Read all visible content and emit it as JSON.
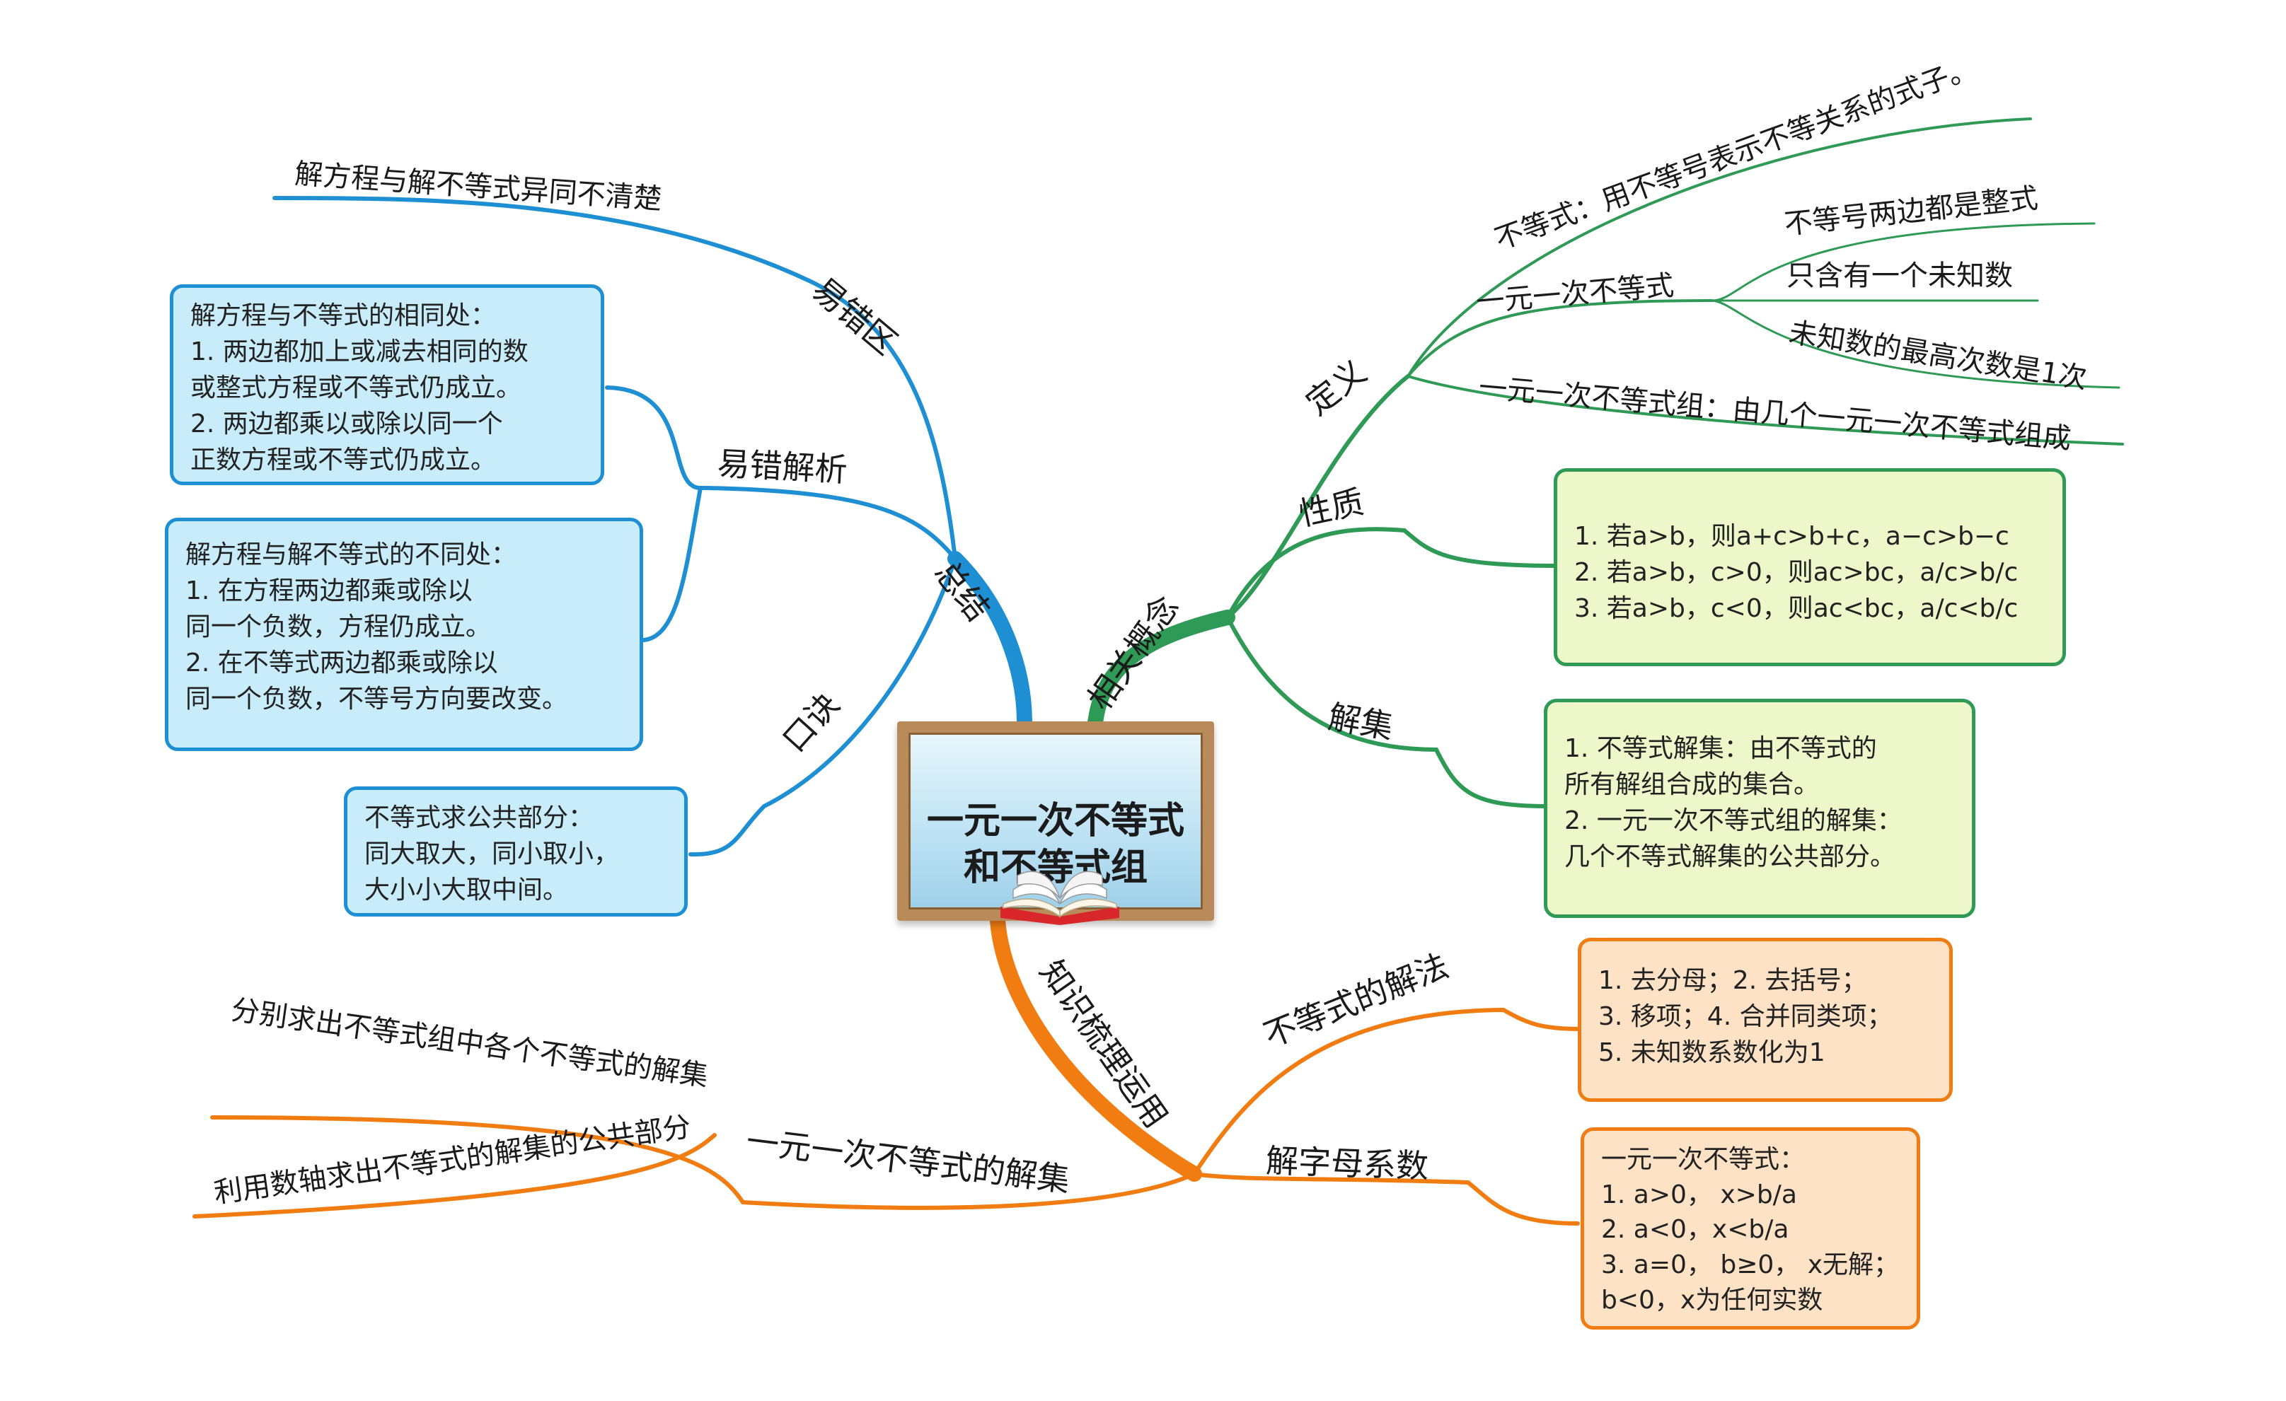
{
  "center": {
    "title_line1": "一元一次不等式",
    "title_line2": "和不等式组",
    "icon": "open-book-icon"
  },
  "colors": {
    "summary": "#1f8fd3",
    "concepts": "#2e9a55",
    "knowledge": "#f07c12",
    "box_blue_bg": "#c9ecfa",
    "box_green_bg": "#eef7c9",
    "box_orange_bg": "#fde2c5"
  },
  "branches": {
    "summary": {
      "label": "总结",
      "error_zone": {
        "label": "易错区",
        "item": "解方程与解不等式异同不清楚"
      },
      "error_analysis": {
        "label": "易错解析",
        "same_box": [
          "解方程与不等式的相同处：",
          "1. 两边都加上或减去相同的数",
          "或整式方程或不等式仍成立。",
          "2. 两边都乘以或除以同一个",
          "正数方程或不等式仍成立。"
        ],
        "diff_box": [
          "解方程与解不等式的不同处：",
          "1. 在方程两边都乘或除以",
          "同一个负数，方程仍成立。",
          "2. 在不等式两边都乘或除以",
          "同一个负数，不等号方向要改变。"
        ]
      },
      "mnemonic": {
        "label": "口诀",
        "box": [
          "不等式求公共部分：",
          "同大取大，同小取小，",
          "大小小大取中间。"
        ]
      }
    },
    "concepts": {
      "label": "相关概念",
      "definition": {
        "label": "定义",
        "inequality": "不等式：用不等号表示不等关系的式子。",
        "linear": {
          "label": "一元一次不等式",
          "items": [
            "不等号两边都是整式",
            "只含有一个未知数",
            "未知数的最高次数是1次"
          ]
        },
        "system": "一元一次不等式组：由几个一元一次不等式组成"
      },
      "property": {
        "label": "性质",
        "box": [
          "1. 若a>b，则a+c>b+c，a−c>b−c",
          "2. 若a>b，c>0，则ac>bc，a/c>b/c",
          "3. 若a>b，c<0，则ac<bc，a/c<b/c"
        ]
      },
      "solution_set": {
        "label": "解集",
        "box": [
          "1. 不等式解集：由不等式的",
          "所有解组合成的集合。",
          "2. 一元一次不等式组的解集：",
          "几个不等式解集的公共部分。"
        ]
      }
    },
    "knowledge": {
      "label": "知识梳理运用",
      "solving": {
        "label": "不等式的解法",
        "box": [
          "1. 去分母；2. 去括号；",
          "3. 移项；4. 合并同类项；",
          "5. 未知数系数化为1"
        ]
      },
      "letter_coef": {
        "label": "解字母系数",
        "box": [
          "一元一次不等式：",
          "1. a>0， x>b/a",
          "2. a<0，x<b/a",
          "3. a=0， b≥0， x无解；",
          "b<0，x为任何实数"
        ]
      },
      "system_solution": {
        "label": "一元一次不等式的解集",
        "items": [
          "分别求出不等式组中各个不等式的解集",
          "利用数轴求出不等式的解集的公共部分"
        ]
      }
    }
  }
}
